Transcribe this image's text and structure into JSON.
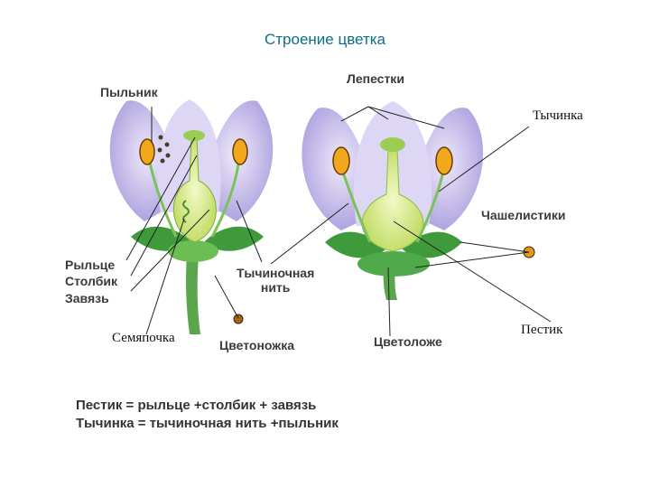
{
  "title": "Строение цветка",
  "labels": {
    "pylnik": "Пыльник",
    "lepestki": "Лепестки",
    "tychinka": "Тычинка",
    "chashelistiki": "Чашелистики",
    "rylce": "Рыльце",
    "stolbik": "Столбик",
    "zavyaz": "Завязь",
    "tychinochnaya_line1": "Тычиночная",
    "tychinochnaya_line2": "нить",
    "semyapochka": "Семяпочка",
    "cvetonozhka": "Цветоножка",
    "cvetolozhe": "Цветоложе",
    "pestik": "Пестик"
  },
  "formulas": {
    "pestik": "Пестик = рыльце +столбик + завязь",
    "tychinka": "Тычинка = тычиночная нить +пыльник"
  },
  "colors": {
    "title": "#0e6e8a",
    "petal": "#b9aee6",
    "petal_light": "#e7e2f8",
    "green": "#58b34a",
    "yellow_green": "#d9ec8a",
    "anther": "#f2a81c",
    "leader_line": "#222222"
  }
}
